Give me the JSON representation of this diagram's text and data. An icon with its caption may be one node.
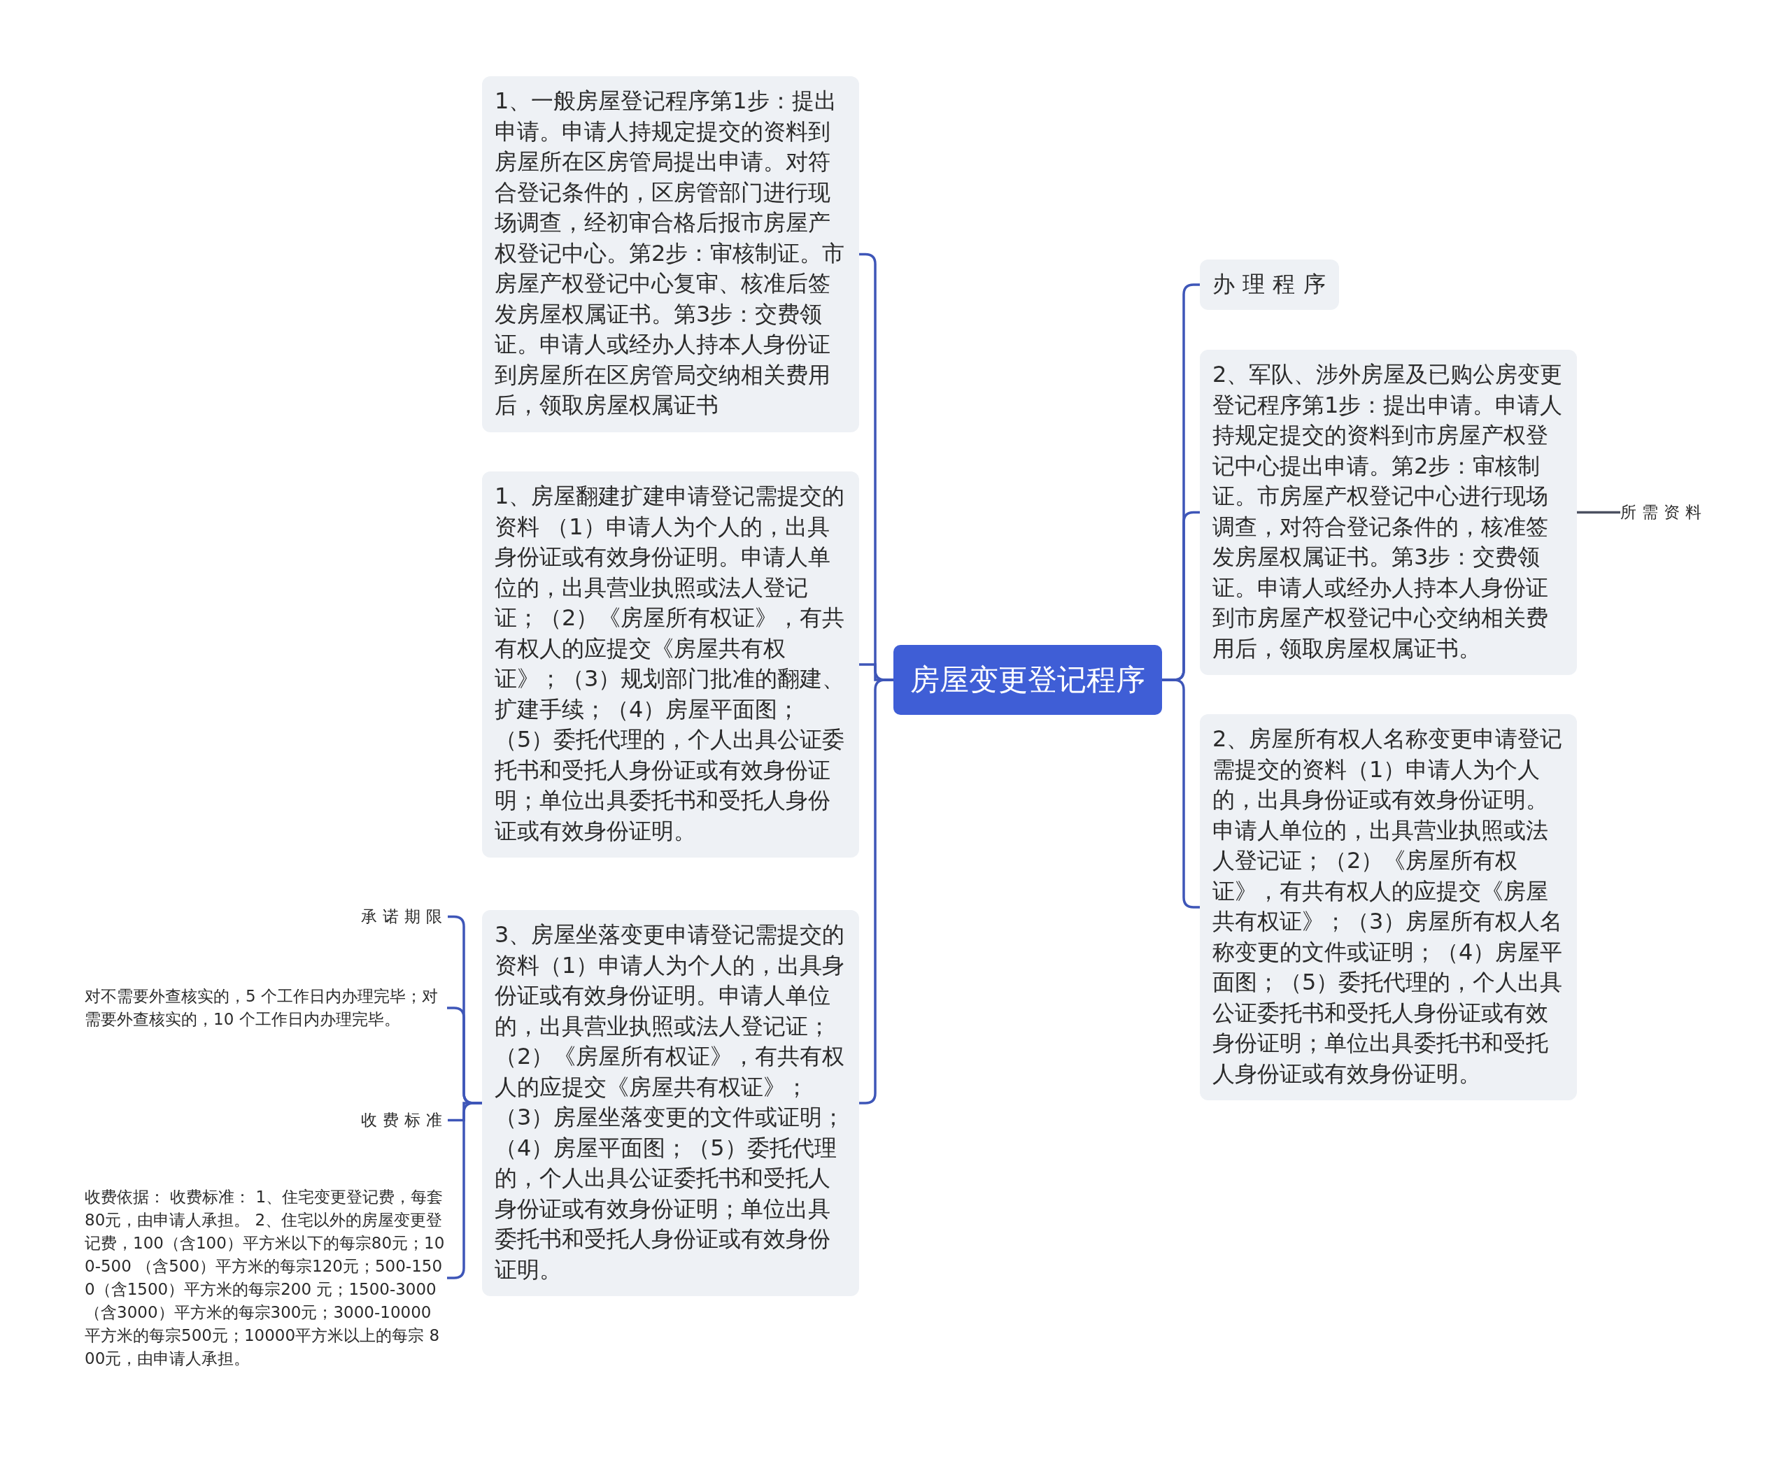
{
  "diagram": {
    "nodes": [
      {
        "text": [
          "房屋变更登记程序"
        ]
      },
      {
        "text": [
          "1、一般房屋登记程序第1步：提出申请。申请人持规定提交的资料到房屋所在区房管局提出申请。对符合登记条件的，区房管部门进行现场调查，经初审合格后报市房屋产权登记中心。第2步：审核制证。市房屋产权登记中心复审、核准后签发房屋权属证书。第3步：交费领证。申请人或经办人持本人身份证到房屋所在区房管局交纳相关费用后，领取房屋权属证书"
        ]
      },
      {
        "text": [
          "1、房屋翻建扩建申请登记需提交的资料 （1）申请人为个人的，出具身份证或有效身份证明。申请人单位的，出具营业执照或法人登记证；（2）《房屋所有权证》，有共有权人的应提交《房屋共有权证》；（3）规划部门批准的翻建、扩建手续；（4）房屋平面图；（5）委托代理的，个人出具公证委托书和受托人身份证或有效身份证明；单位出具委托书和受托人身份证或有效身份证明。"
        ]
      },
      {
        "text": [
          "3、房屋坐落变更申请登记需提交的资料（1）申请人为个人的，出具身份证或有效身份证明。申请人单位的，出具营业执照或法人登记证；（2）《房屋所有权证》，有共有权人的应提交《房屋共有权证》；（3）房屋坐落变更的文件或证明；（4）房屋平面图；（5）委托代理的，个人出具公证委托书和受托人身份证或有效身份证明；单位出具委托书和受托人身份证或有效身份证明。"
        ]
      },
      {
        "text": [
          "办理程序"
        ]
      },
      {
        "text": [
          "2、军队、涉外房屋及已购公房变更登记程序第1步：提出申请。申请人持规定提交的资料到市房屋产权登记中心提出申请。第2步：审核制证。市房屋产权登记中心进行现场调查，对符合登记条件的，核准签发房屋权属证书。第3步：交费领证。申请人或经办人持本人身份证到市房屋产权登记中心交纳相关费用后，领取房屋权属证书。"
        ]
      },
      {
        "text": [
          "2、房屋所有权人名称变更申请登记需提交的资料（1）申请人为个人的，出具身份证或有效身份证明。申请人单位的，出具营业执照或法人登记证；（2）《房屋所有权证》，有共有权人的应提交《房屋共有权证》；（3）房屋所有权人名称变更的文件或证明；（4）房屋平面图；（5）委托代理的，个人出具公证委托书和受托人身份证或有效身份证明；单位出具委托书和受托人身份证或有效身份证明。"
        ]
      },
      {
        "text": [
          "所需资料"
        ]
      },
      {
        "text": [
          "承诺期限"
        ]
      },
      {
        "text": [
          "对不需要外查核实的，5 个工作日内办理完毕；对需要外查核实的，10 个工作日内办理完毕。"
        ]
      },
      {
        "text": [
          "收费标准"
        ]
      },
      {
        "text": [
          "收费依据： 收费标准： 1、住宅变更登记费，每套80元，由申请人承担。 2、住宅以外的房屋变更登记费，100（含100）平方米以下的每宗80元；100-500 （含500）平方米的每宗120元；500-1500（含1500）平方米的每宗200 元；1500-3000 （含3000）平方米的每宗300元；3000-10000平方米的每宗500元；10000平方米以上的每宗 800元，由申请人承担。"
        ]
      }
    ],
    "edges": [
      {
        "from": 0,
        "to": 1,
        "arrow": "none"
      },
      {
        "from": 0,
        "to": 2,
        "arrow": "none"
      },
      {
        "from": 0,
        "to": 3,
        "arrow": "none"
      },
      {
        "from": 0,
        "to": 4,
        "arrow": "none"
      },
      {
        "from": 0,
        "to": 5,
        "arrow": "none"
      },
      {
        "from": 0,
        "to": 6,
        "arrow": "none"
      },
      {
        "from": 5,
        "to": 7,
        "arrow": "none",
        "color": "#4b5060"
      },
      {
        "from": 3,
        "to": 8,
        "arrow": "none"
      },
      {
        "from": 3,
        "to": 9,
        "arrow": "none"
      },
      {
        "from": 3,
        "to": 10,
        "arrow": "none"
      },
      {
        "from": 3,
        "to": 11,
        "arrow": "none"
      }
    ]
  }
}
